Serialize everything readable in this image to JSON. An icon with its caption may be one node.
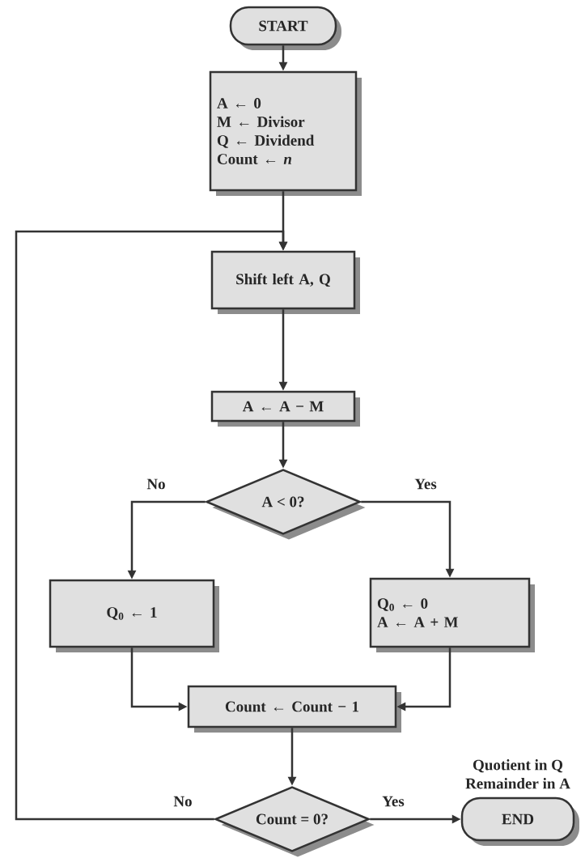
{
  "diagram": {
    "nodes": [
      {
        "text": [
          "START"
        ]
      },
      {
        "text": [
          "A ← 0",
          "M ← Divisor",
          "Q ← Dividend",
          "Count ← *n*"
        ]
      },
      {
        "text": [
          "Shift left A, Q"
        ]
      },
      {
        "text": [
          "A ← A − M"
        ]
      },
      {
        "text": [
          "A < 0?"
        ]
      },
      {
        "text": [
          "Q$_{0}$ ← 1"
        ]
      },
      {
        "text": [
          "Q$_{0}$ ← 0",
          "A ← A + M"
        ]
      },
      {
        "text": [
          "Count ← Count − 1"
        ]
      },
      {
        "text": [
          "Count = 0?"
        ]
      },
      {
        "text": [
          "END"
        ],
        "beside": [
          "Quotient in Q",
          "Remainder in A"
        ]
      }
    ],
    "edges": [
      {
        "from": 0,
        "to": 1,
        "arrow": "to"
      },
      {
        "from": 1,
        "to": 2,
        "arrow": "to"
      },
      {
        "from": 2,
        "to": 3,
        "arrow": "to"
      },
      {
        "from": 3,
        "to": 4,
        "arrow": "to"
      },
      {
        "from": 4,
        "to": 5,
        "arrow": "to",
        "label": "No"
      },
      {
        "from": 4,
        "to": 6,
        "arrow": "to",
        "label": "Yes"
      },
      {
        "from": 5,
        "to": 7,
        "arrow": "to"
      },
      {
        "from": 6,
        "to": 7,
        "arrow": "to"
      },
      {
        "from": 7,
        "to": 8,
        "arrow": "to"
      },
      {
        "from": 8,
        "to": 9,
        "arrow": "to",
        "label": "Yes"
      },
      {
        "from": 8,
        "to": 2,
        "arrow": "to",
        "label": "No"
      }
    ]
  }
}
